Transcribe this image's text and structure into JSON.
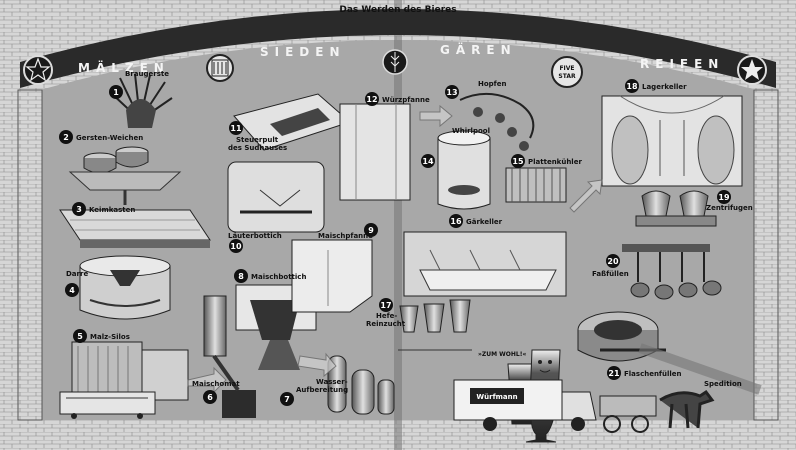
{
  "title": "Das Werden des Bieres",
  "banner": [
    "MÄLZEN",
    "SIEDEN",
    "GÄREN",
    "REIFEN"
  ],
  "emblem_five_star": "FIVE STAR",
  "labels": {
    "l1": "Braugerste",
    "l2": "Gersten-Weichen",
    "l3": "Keimkasten",
    "l4": "Darre",
    "l5": "Malz-Silos",
    "l6": "Maischomat",
    "l7a": "Wasser-",
    "l7b": "Aufbereitung",
    "l8": "Maischbottich",
    "l9": "Maischpfanne",
    "l10": "Läuterbottich",
    "l11a": "Steuerpult",
    "l11b": "des Sudhauses",
    "l12": "Würzpfanne",
    "l13": "Hopfen",
    "l14": "Whirlpool",
    "l15": "Plattenkühler",
    "l16": "Gärkeller",
    "l17a": "Hefe-",
    "l17b": "Reinzucht",
    "l18": "Lagerkeller",
    "l19": "Zentrifugen",
    "l20": "Faßfüllen",
    "l21": "Flaschenfüllen",
    "l22": "Spedition",
    "zumwohl": "»ZUM WOHL!«",
    "truck": "Würfmann"
  },
  "numbers": [
    "1",
    "2",
    "3",
    "4",
    "5",
    "6",
    "7",
    "8",
    "9",
    "10",
    "11",
    "12",
    "13",
    "14",
    "15",
    "16",
    "17",
    "18",
    "19",
    "20",
    "21"
  ]
}
